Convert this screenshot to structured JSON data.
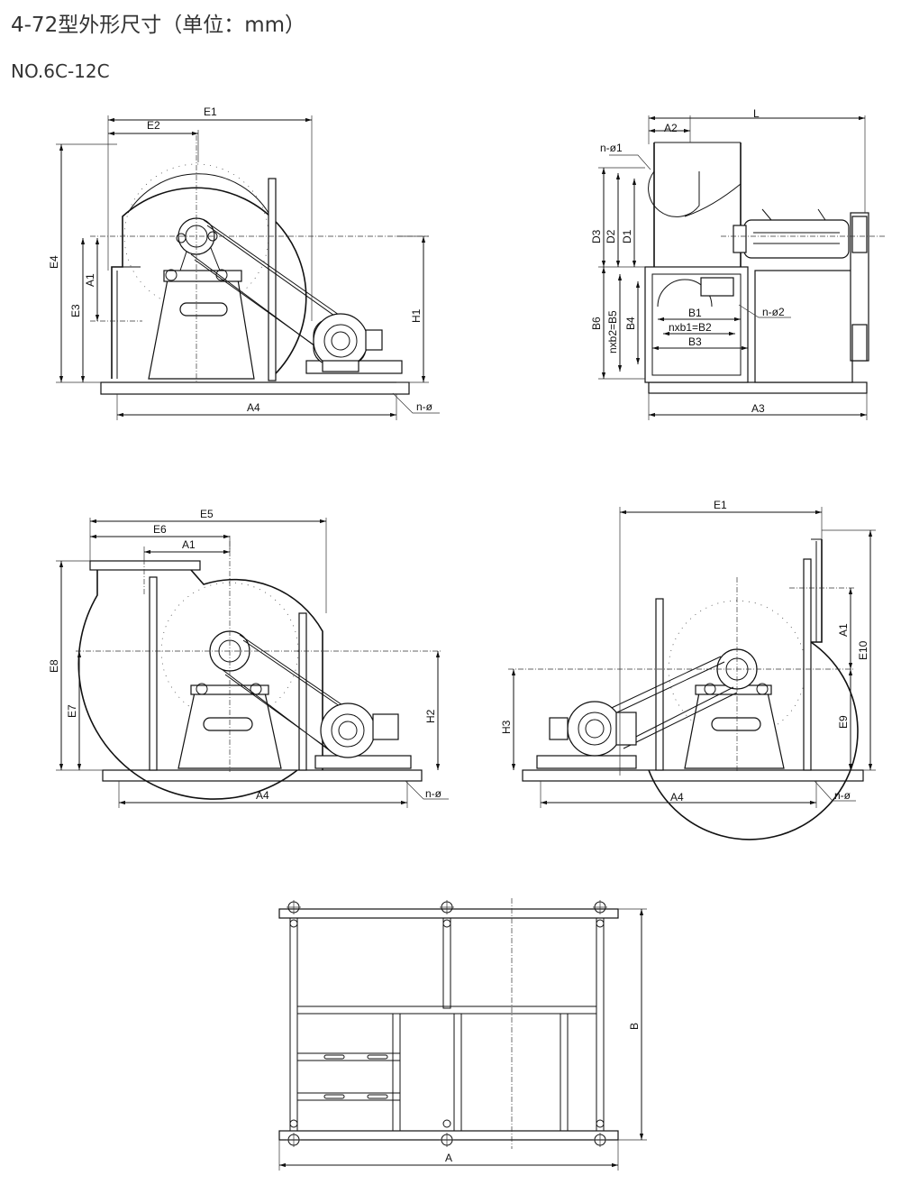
{
  "header": {
    "title": "4-72型外形尺寸（单位：mm）",
    "model": "NO.6C-12C"
  },
  "labels": {
    "E1": "E1",
    "E2": "E2",
    "E3": "E3",
    "E4": "E4",
    "E5": "E5",
    "E6": "E6",
    "E7": "E7",
    "E8": "E8",
    "E9": "E9",
    "E10": "E10",
    "A": "A",
    "A1": "A1",
    "A2": "A2",
    "A3": "A3",
    "A4": "A4",
    "B": "B",
    "B1": "B1",
    "B3": "B3",
    "B4": "B4",
    "B6": "B6",
    "nxb1": "nxb1=B2",
    "nxb2": "nxb2=B5",
    "D1": "D1",
    "D2": "D2",
    "D3": "D3",
    "H1": "H1",
    "H2": "H2",
    "H3": "H3",
    "L": "L",
    "n_phi": "n-ø",
    "n_phi1": "n-ø1",
    "n_phi2": "n-ø2"
  }
}
